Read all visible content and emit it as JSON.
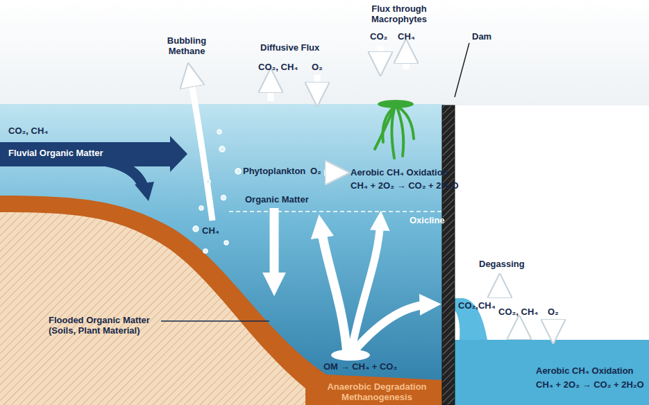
{
  "diagram": {
    "labels": [
      "Flux through Macrophytes",
      "Bubbling Methane",
      "Diffusive Flux",
      "CO₂, CH₄",
      "O₂",
      "CO₂",
      "CH₄",
      "Dam",
      "CO₂, CH₄",
      "Fluvial Organic Matter",
      "Phytoplankton",
      "O₂",
      "Aerobic CH₄ Oxidation",
      "CH₄ + 2O₂ → CO₂ + 2H₂O",
      "Organic Matter",
      "Oxicline",
      "CH₄",
      "Degassing",
      "CO₂,CH₄",
      "Flooded Organic Matter (Soils, Plant Material)",
      "OM → CH₄ + CO₂",
      "Anaerobic Degradation Methanogenesis",
      "CO₂, CH₄",
      "O₂",
      "Aerobic CH₄ Oxidation",
      "CH₄ + 2O₂ → CO₂ + 2H₂O"
    ]
  }
}
